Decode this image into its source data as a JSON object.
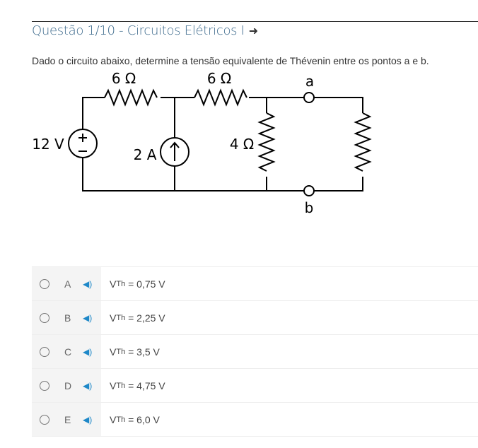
{
  "header": {
    "title": "Questão 1/10 - Circuitos Elétricos I",
    "arrow_icon": "arrow-right-icon"
  },
  "question": "Dado o circuito abaixo, determine a tensão equivalente de Thévenin entre os pontos a e b.",
  "circuit": {
    "r1": "6 Ω",
    "r2": "6 Ω",
    "r3": "4 Ω",
    "vsource": "12 V",
    "isource": "2 A",
    "node_a": "a",
    "node_b": "b"
  },
  "options": [
    {
      "letter": "A",
      "var": "V",
      "sub": "Th",
      "value": "= 0,75 V"
    },
    {
      "letter": "B",
      "var": "V",
      "sub": "Th",
      "value": "= 2,25 V"
    },
    {
      "letter": "C",
      "var": "V",
      "sub": "Th",
      "value": "= 3,5 V"
    },
    {
      "letter": "D",
      "var": "V",
      "sub": "Th",
      "value": "= 4,75 V"
    },
    {
      "letter": "E",
      "var": "V",
      "sub": "Th",
      "value": "= 6,0 V"
    }
  ],
  "colors": {
    "title": "#3d6a8c",
    "speaker": "#1e88c8"
  }
}
